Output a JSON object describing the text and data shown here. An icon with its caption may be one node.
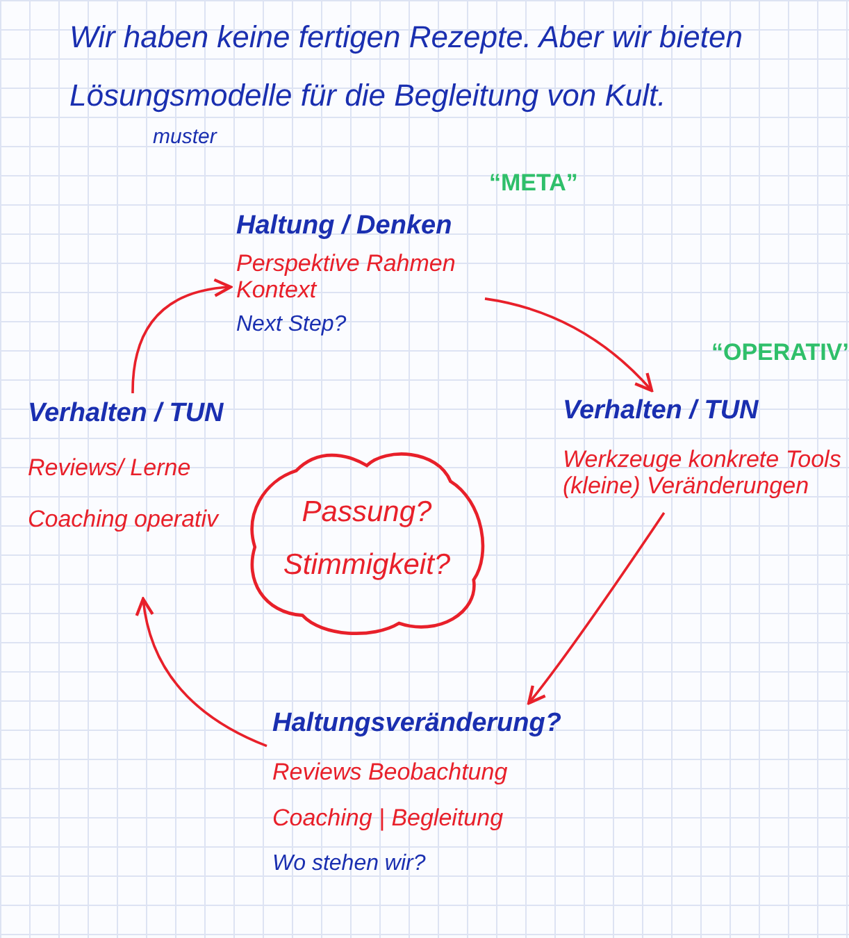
{
  "diagram": {
    "title": "Wir haben keine fertigen Rezepte. Aber wir bieten Lösungsmodelle für die Begleitung von Kult.",
    "nodes": [
      {
        "text": [
          "Haltung / Denken",
          "Perspektive Rahmen Kontext",
          "Next Step?"
        ],
        "beside": [
          "“META”"
        ]
      },
      {
        "text": [
          "Verhalten / TUN",
          "Werkzeuge konkrete Tools (kleine) Veränderungen"
        ],
        "beside": [
          "“OPERATIV”"
        ]
      },
      {
        "text": [
          "Haltungsveränderung?",
          "Reviews Beobachtung",
          "Coaching | Begleitung",
          "Wo stehen wir?"
        ]
      },
      {
        "text": [
          "Verhalten / TUN",
          "Reviews/ Lerne",
          "Coaching operativ"
        ]
      },
      {
        "text": [
          "Passung?",
          "Stimmigkeit?"
        ]
      }
    ],
    "edges": [
      {
        "from": 0,
        "to": 1,
        "arrow": "to"
      },
      {
        "from": 1,
        "to": 2,
        "arrow": "to"
      },
      {
        "from": 2,
        "to": 3,
        "arrow": "to"
      },
      {
        "from": 3,
        "to": 0,
        "arrow": "to"
      }
    ],
    "labels": [
      "muster"
    ]
  }
}
